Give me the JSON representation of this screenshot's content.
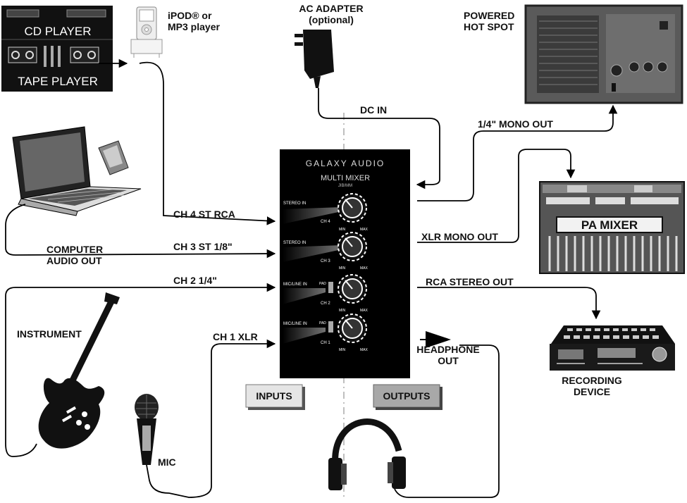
{
  "sources": {
    "cd_label": "CD PLAYER",
    "tape_label": "TAPE PLAYER",
    "ipod_label_line1": "iPOD® or",
    "ipod_label_line2": "MP3 player",
    "computer_label_line1": "COMPUTER",
    "computer_label_line2": "AUDIO OUT",
    "instrument_label": "INSTRUMENT",
    "mic_label": "MIC"
  },
  "power": {
    "adapter_line1": "AC ADAPTER",
    "adapter_line2": "(optional)",
    "dc_in": "DC IN"
  },
  "inputs": {
    "ch4": "CH 4 ST RCA",
    "ch3": "CH 3 ST 1/8\"",
    "ch2": "CH 2 1/4\"",
    "ch1": "CH 1 XLR"
  },
  "outputs": {
    "mono_out": "1/4\" MONO OUT",
    "xlr_out": "XLR MONO OUT",
    "rca_out": "RCA STEREO OUT",
    "headphone_line1": "HEADPHONE",
    "headphone_line2": "OUT"
  },
  "destinations": {
    "hotspot_line1": "POWERED",
    "hotspot_line2": "HOT SPOT",
    "pa_mixer": "PA MIXER",
    "recording_line1": "RECORDING",
    "recording_line2": "DEVICE"
  },
  "mixer": {
    "brand": "GALAXY AUDIO",
    "model": "MULTI MIXER",
    "model_code": "JIB/MM",
    "ch4_type": "STEREO IN",
    "ch3_type": "STEREO IN",
    "ch2_type": "MIC/LINE IN",
    "ch1_type": "MIC/LINE IN",
    "ch4_name": "CH 4",
    "ch3_name": "CH 3",
    "ch2_name": "CH 2",
    "ch1_name": "CH 1",
    "pad": "PAD",
    "min": "MIN",
    "max": "MAX"
  },
  "legend": {
    "inputs": "INPUTS",
    "outputs": "OUTPUTS"
  }
}
